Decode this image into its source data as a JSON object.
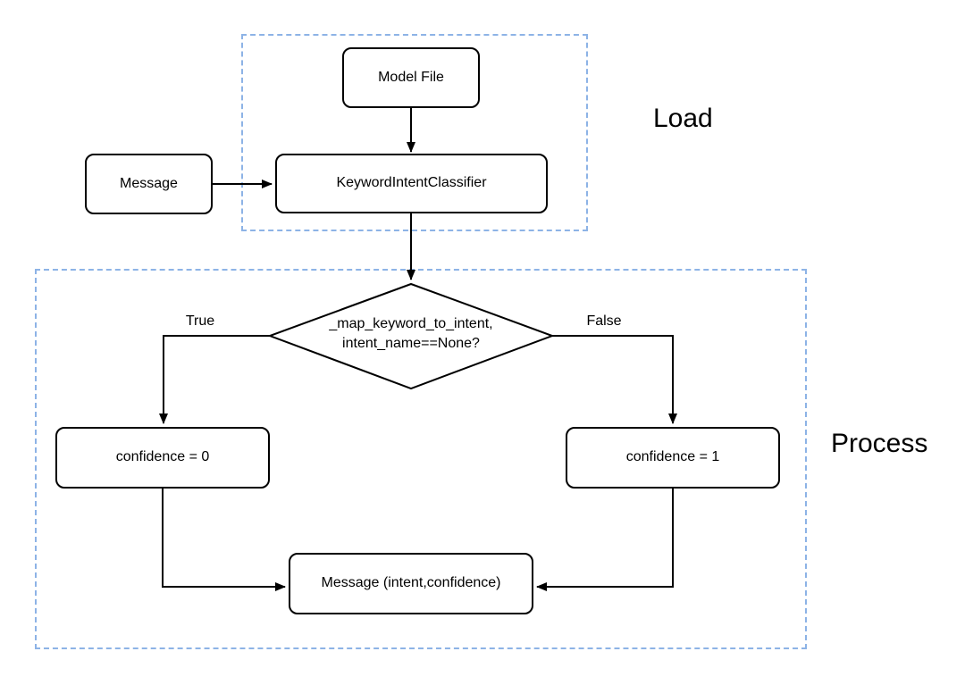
{
  "diagram": {
    "regions": {
      "load": {
        "label": "Load"
      },
      "process": {
        "label": "Process"
      }
    },
    "nodes": {
      "model_file": {
        "label": "Model File"
      },
      "message_input": {
        "label": "Message"
      },
      "classifier": {
        "label": "KeywordIntentClassifier"
      },
      "decision": {
        "line1": "_map_keyword_to_intent,",
        "line2": "intent_name==None?"
      },
      "confidence_zero": {
        "label": "confidence = 0"
      },
      "confidence_one": {
        "label": "confidence = 1"
      },
      "message_output": {
        "label": "Message (intent,confidence)"
      }
    },
    "edge_labels": {
      "true_branch": "True",
      "false_branch": "False"
    },
    "colors": {
      "region_border": "#8db3e6",
      "node_border": "#000000",
      "node_fill": "#ffffff",
      "arrow": "#000000",
      "background": "#ffffff",
      "text": "#000000"
    }
  }
}
